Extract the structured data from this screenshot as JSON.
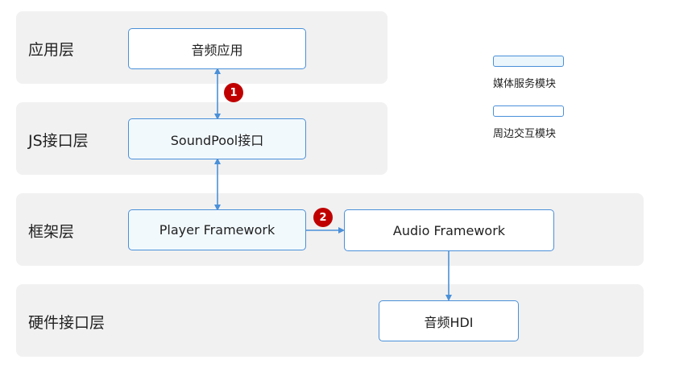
{
  "layers": {
    "app": "应用层",
    "js": "JS接口层",
    "framework": "框架层",
    "hardware": "硬件接口层"
  },
  "boxes": {
    "audio_app": "音频应用",
    "soundpool": "SoundPool接口",
    "player_framework": "Player Framework",
    "audio_framework": "Audio Framework",
    "audio_hdi": "音频HDI"
  },
  "legend": {
    "media_service": "媒体服务模块",
    "peripheral": "周边交互模块"
  },
  "badges": {
    "one": "1",
    "two": "2"
  },
  "colors": {
    "box_border": "#4a90d9",
    "arrow": "#4a90d9",
    "badge": "#c00000",
    "layer_bg": "#f1f1f1"
  }
}
